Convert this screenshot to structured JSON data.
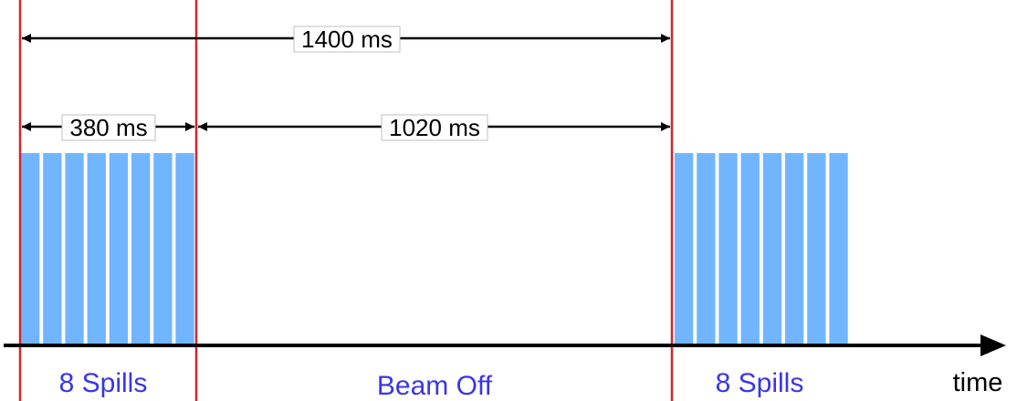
{
  "diagram": {
    "dimensions": [
      {
        "label": "1400 ms",
        "value_ms": 1400
      },
      {
        "label": "380 ms",
        "value_ms": 380
      },
      {
        "label": "1020 ms",
        "value_ms": 1020
      }
    ],
    "regions": [
      {
        "label": "8 Spills",
        "spill_count": 8
      },
      {
        "label": "Beam Off"
      },
      {
        "label": "8 Spills",
        "spill_count": 8
      }
    ],
    "axis_label": "time",
    "colors": {
      "spill": "#72b5ff",
      "marker_line": "#d0262b",
      "region_text": "#3a36e6",
      "arrow": "#000000",
      "axis": "#000000"
    }
  }
}
